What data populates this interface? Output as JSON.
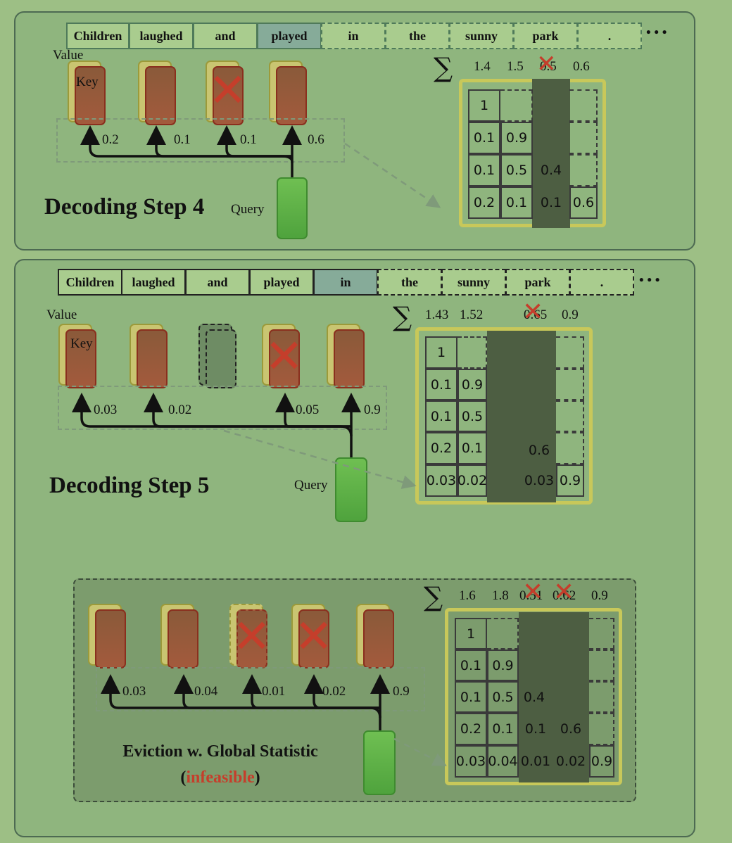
{
  "colors": {
    "background": "#9dbf85",
    "panel": "#8fb57e",
    "key": "#a35a3c",
    "value": "#c9c571",
    "query": "#4fa33d",
    "dark_column": "#4d5e42",
    "evict_mark": "#c53e2b",
    "infeasible": "#c53e2b"
  },
  "step4": {
    "tokens": [
      "Children",
      "laughed",
      "and",
      "played",
      "in",
      "the",
      "sunny",
      "park",
      "."
    ],
    "ellipsis": "• • •",
    "value_label": "Value",
    "key_label": "Key",
    "weights": [
      "0.2",
      "0.1",
      "0.1",
      "0.6"
    ],
    "heading": "Decoding Step 4",
    "query_label": "Query",
    "sigma": "∑",
    "sums": [
      "1.4",
      "1.5",
      "0.5",
      "0.6"
    ],
    "matrix": [
      [
        "1",
        "",
        "",
        ""
      ],
      [
        "0.1",
        "0.9",
        "",
        ""
      ],
      [
        "0.1",
        "0.5",
        "0.4",
        ""
      ],
      [
        "0.2",
        "0.1",
        "0.1",
        "0.6"
      ]
    ]
  },
  "step5": {
    "tokens": [
      "Children",
      "laughed",
      "and",
      "played",
      "in",
      "the",
      "sunny",
      "park",
      "."
    ],
    "ellipsis": "• • •",
    "value_label": "Value",
    "key_label": "Key",
    "weights": [
      "0.03",
      "0.02",
      "0.05",
      "0.9"
    ],
    "heading": "Decoding Step 5",
    "query_label": "Query",
    "sigma": "∑",
    "sums": [
      "1.43",
      "1.52",
      "0.65",
      "0.9"
    ],
    "matrix": [
      [
        "1",
        "",
        "",
        "",
        ""
      ],
      [
        "0.1",
        "0.9",
        "",
        "",
        ""
      ],
      [
        "0.1",
        "0.5",
        "",
        "",
        ""
      ],
      [
        "0.2",
        "0.1",
        "",
        "0.6",
        ""
      ],
      [
        "0.03",
        "0.02",
        "",
        "0.03",
        "0.9"
      ]
    ]
  },
  "global": {
    "weights": [
      "0.03",
      "0.04",
      "0.01",
      "0.02",
      "0.9"
    ],
    "heading_line1": "Eviction w. Global Statistic",
    "paren_open": "(",
    "infeasible": "infeasible",
    "paren_close": ")",
    "sigma": "∑",
    "sums": [
      "1.6",
      "1.8",
      "0.51",
      "0.62",
      "0.9"
    ],
    "matrix": [
      [
        "1",
        "",
        "",
        "",
        ""
      ],
      [
        "0.1",
        "0.9",
        "",
        "",
        ""
      ],
      [
        "0.1",
        "0.5",
        "0.4",
        "",
        ""
      ],
      [
        "0.2",
        "0.1",
        "0.1",
        "0.6",
        ""
      ],
      [
        "0.03",
        "0.04",
        "0.01",
        "0.02",
        "0.9"
      ]
    ]
  }
}
